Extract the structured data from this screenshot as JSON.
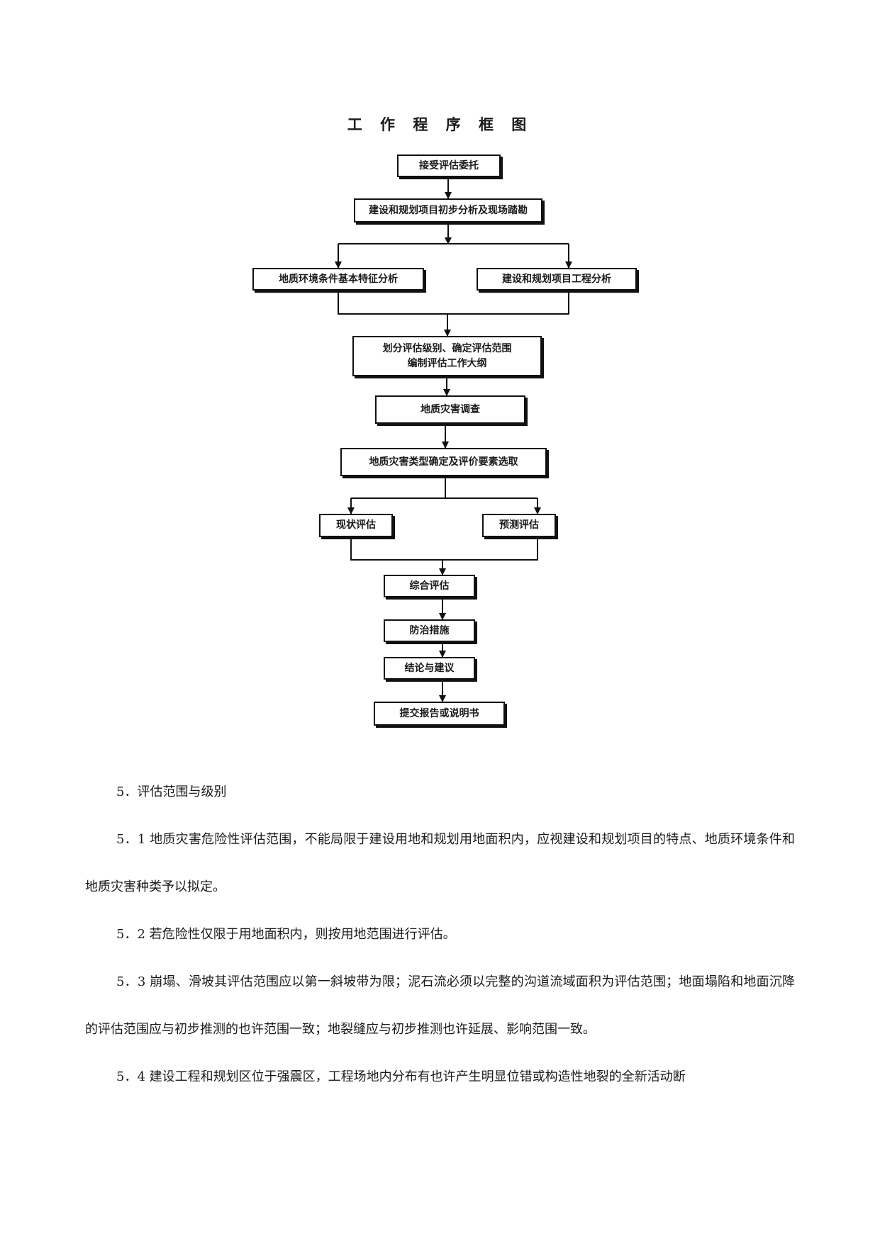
{
  "flowchart": {
    "title": "工 作 程 序 框 图",
    "steps": {
      "s1": "接受评估委托",
      "s2": "建设和规划项目初步分析及现场踏勘",
      "s3a": "地质环境条件基本特征分析",
      "s3b": "建设和规划项目工程分析",
      "s4_line1": "划分评估级别、确定评估范围",
      "s4_line2": "编制评估工作大纲",
      "s5": "地质灾害调查",
      "s6": "地质灾害类型确定及评价要素选取",
      "s7a": "现状评估",
      "s7b": "预测评估",
      "s8": "综合评估",
      "s9": "防治措施",
      "s10": "结论与建议",
      "s11": "提交报告或说明书"
    }
  },
  "text": {
    "heading": "5．评估范围与级别",
    "p1": "5．1 地质灾害危险性评估范围，不能局限于建设用地和规划用地面积内，应视建设和规划项目的特点、地质环境条件和地质灾害种类予以拟定。",
    "p2": "5．2 若危险性仅限于用地面积内，则按用地范围进行评估。",
    "p3": "5．3 崩塌、滑坡其评估范围应以第一斜坡带为限；泥石流必须以完整的沟道流域面积为评估范围；地面塌陷和地面沉降的评估范围应与初步推测的也许范围一致；地裂缝应与初步推测也许延展、影响范围一致。",
    "p4": "5．4 建设工程和规划区位于强震区，工程场地内分布有也许产生明显位错或构造性地裂的全新活动断"
  }
}
